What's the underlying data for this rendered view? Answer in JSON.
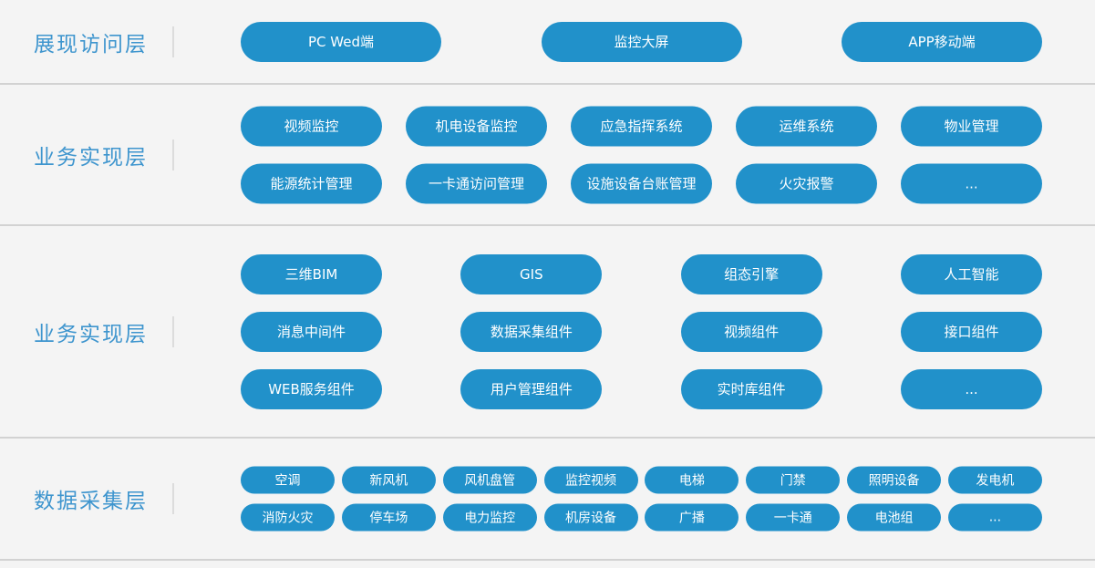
{
  "colors": {
    "background": "#f4f4f4",
    "pill_blue": "#2191ca",
    "pill_text": "#ffffff",
    "label_blue": "#3e95ce",
    "divider_gray": "#d2d2d2",
    "tick_gray": "#dcdcdc"
  },
  "layers": [
    {
      "name": "presentation-access-layer",
      "size": "lg",
      "css": "sec-presentation",
      "label": "展现访问层",
      "rows": [
        [
          "PC Wed端",
          "监控大屏",
          "APP移动端"
        ]
      ]
    },
    {
      "name": "business-implementation-layer",
      "size": "md",
      "css": "sec-business",
      "label": "业务实现层",
      "rows": [
        [
          "视频监控",
          "机电设备监控",
          "应急指挥系统",
          "运维系统",
          "物业管理"
        ],
        [
          "能源统计管理",
          "一卡通访问管理",
          "设施设备台账管理",
          "火灾报警",
          "..."
        ]
      ]
    },
    {
      "name": "business-implementation-layer-2",
      "size": "md",
      "css": "sec-platform",
      "label": "业务实现层",
      "rows": [
        [
          "三维BIM",
          "GIS",
          "组态引擎",
          "人工智能"
        ],
        [
          "消息中间件",
          "数据采集组件",
          "视频组件",
          "接口组件"
        ],
        [
          "WEB服务组件",
          "用户管理组件",
          "实时库组件",
          "..."
        ]
      ]
    },
    {
      "name": "data-collection-layer",
      "size": "sm",
      "css": "sec-data",
      "label": "数据采集层",
      "rows": [
        [
          "空调",
          "新风机",
          "风机盘管",
          "监控视频",
          "电梯",
          "门禁",
          "照明设备",
          "发电机"
        ],
        [
          "消防火灾",
          "停车场",
          "电力监控",
          "机房设备",
          "广播",
          "一卡通",
          "电池组",
          "..."
        ]
      ]
    }
  ]
}
